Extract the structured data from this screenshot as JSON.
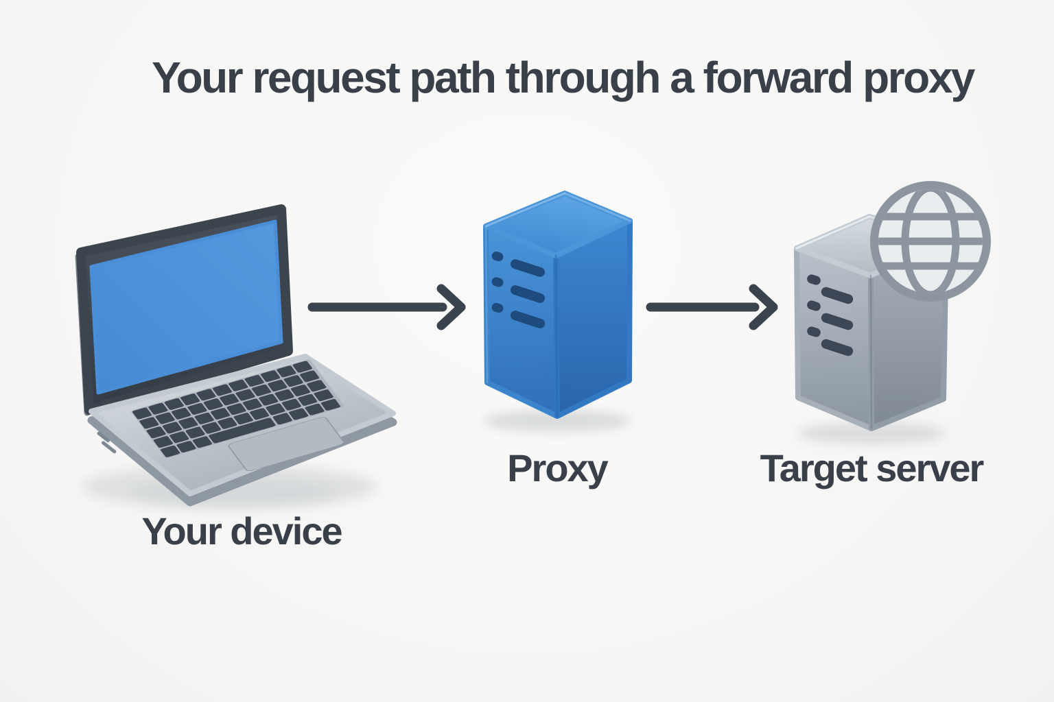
{
  "title": "Your request path through a forward proxy",
  "diagram": {
    "nodes": [
      {
        "id": "your-device",
        "label": "Your device",
        "icon": "laptop-icon"
      },
      {
        "id": "proxy",
        "label": "Proxy",
        "icon": "server-icon"
      },
      {
        "id": "target-server",
        "label": "Target server",
        "icon": "server-globe-icon"
      }
    ],
    "connections": [
      {
        "from": "your-device",
        "to": "proxy",
        "icon": "arrow-right-icon"
      },
      {
        "from": "proxy",
        "to": "target-server",
        "icon": "arrow-right-icon"
      }
    ]
  },
  "colors": {
    "background": "#f6f6f4",
    "text": "#394049",
    "arrow": "#3b434e",
    "proxy_blue": "#3380cb",
    "proxy_vent_blue": "#1d4b7d",
    "server_gray": "#97a1ad",
    "server_vent_gray": "#3c4654",
    "screen_blue": "#4a8ed8",
    "globe_gray": "#8c95a0"
  }
}
